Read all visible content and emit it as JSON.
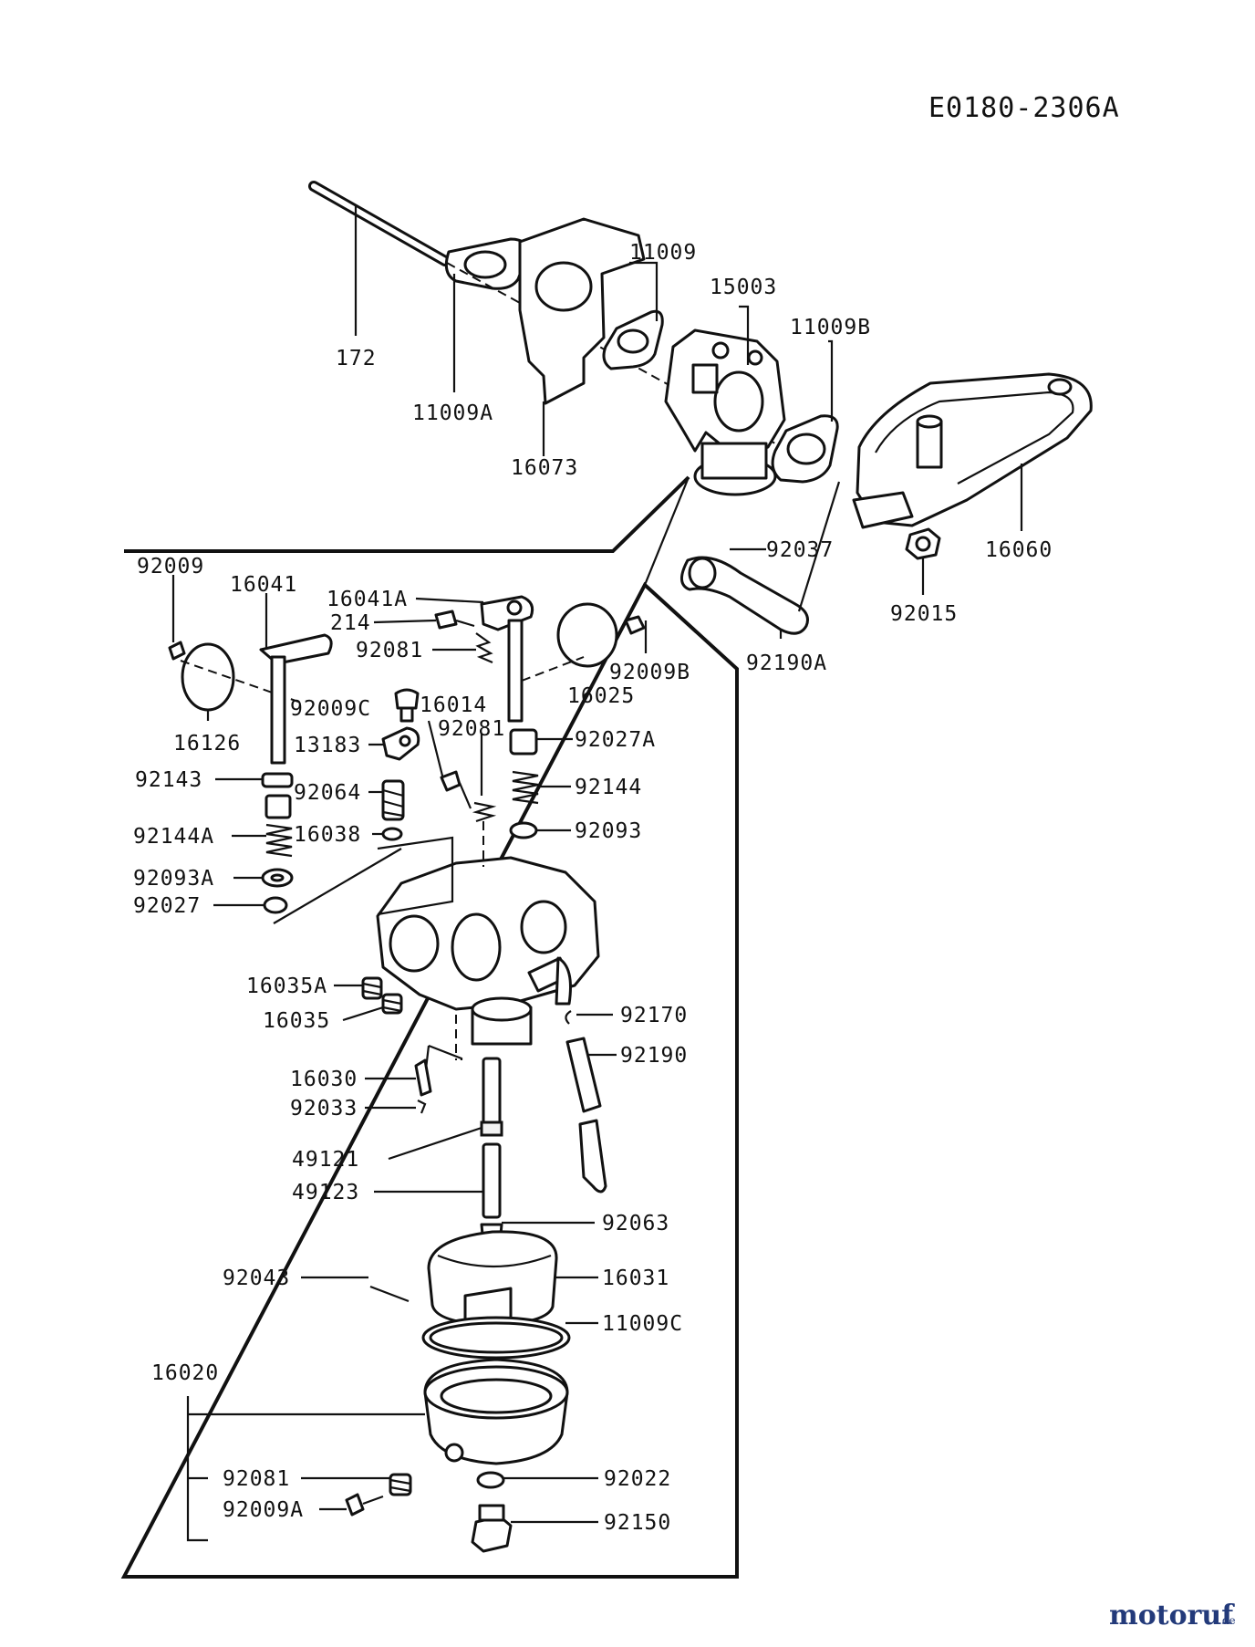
{
  "diagram_code": "E0180-2306A",
  "watermark": {
    "text": "motoruf",
    "suffix": ".de"
  },
  "labels": {
    "l172": "172",
    "l11009A": "11009A",
    "l16073": "16073",
    "l11009": "11009",
    "l15003": "15003",
    "l11009B": "11009B",
    "l16060": "16060",
    "l92037": "92037",
    "l92015": "92015",
    "l92190A": "92190A",
    "l92009": "92009",
    "l16041": "16041",
    "l16041A": "16041A",
    "l214": "214",
    "l92081a": "92081",
    "l92009B": "92009B",
    "l16025": "16025",
    "l16126": "16126",
    "l92009C": "92009C",
    "l16014": "16014",
    "l92081b": "92081",
    "l92027A": "92027A",
    "l13183": "13183",
    "l92143": "92143",
    "l92064": "92064",
    "l92144": "92144",
    "l92144A": "92144A",
    "l16038": "16038",
    "l92093": "92093",
    "l92093A": "92093A",
    "l92027": "92027",
    "l16035A": "16035A",
    "l16035": "16035",
    "l92170": "92170",
    "l92190": "92190",
    "l16030": "16030",
    "l92033": "92033",
    "l49121": "49121",
    "l49123": "49123",
    "l92063": "92063",
    "l92043": "92043",
    "l16031": "16031",
    "l11009C": "11009C",
    "l16020": "16020",
    "l92081c": "92081",
    "l92022": "92022",
    "l92009A": "92009A",
    "l92150": "92150"
  }
}
